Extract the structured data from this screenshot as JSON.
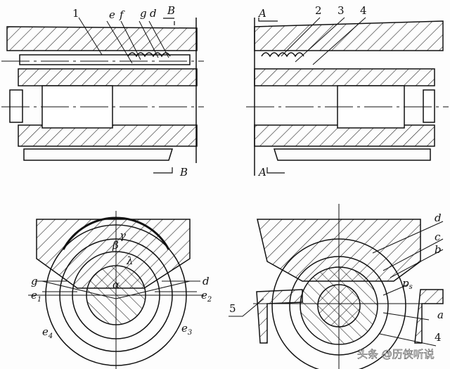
{
  "top_left_view": {
    "labels": [
      "1",
      "e",
      "f",
      "g",
      "d"
    ],
    "section_top": "B",
    "section_bottom": "B"
  },
  "top_right_view": {
    "labels": [
      "2",
      "3",
      "4"
    ],
    "section_top": "A",
    "section_bottom": "A"
  },
  "bottom_left_view": {
    "angles": [
      "γ",
      "β",
      "λ",
      "α"
    ],
    "labels": [
      "g",
      "e",
      "d",
      "e",
      "e",
      "e"
    ],
    "subscripts": [
      "1",
      "2",
      "4",
      "3"
    ]
  },
  "bottom_right_view": {
    "labels": [
      "d",
      "c",
      "b",
      "p",
      "a",
      "5",
      "4"
    ],
    "p_subscript": "s"
  },
  "watermark": "头条 @历侠听说"
}
